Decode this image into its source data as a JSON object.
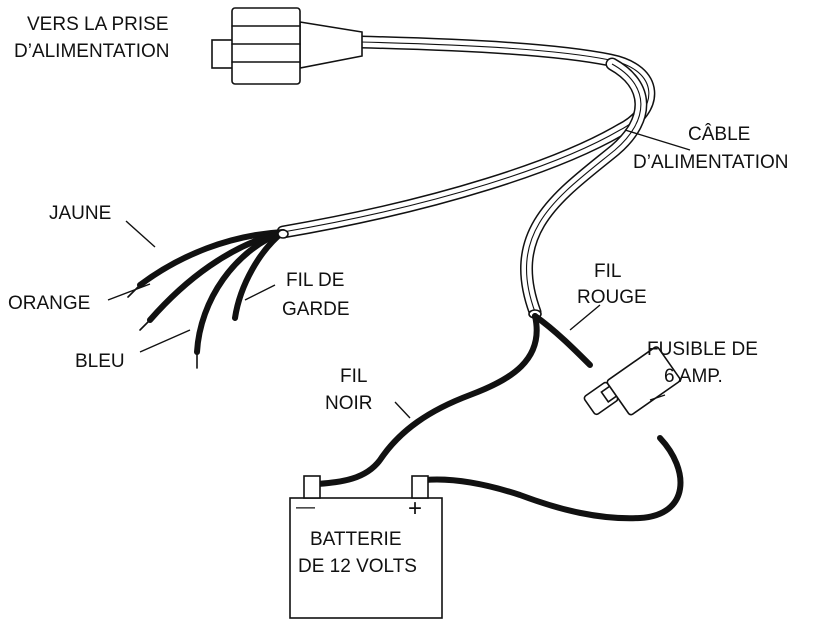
{
  "labels": {
    "plug_line1": "VERS LA PRISE",
    "plug_line2": "D’ALIMENTATION",
    "cable_line1": "CÂBLE",
    "cable_line2": "D’ALIMENTATION",
    "yellow": "JAUNE",
    "orange": "ORANGE",
    "blue": "BLEU",
    "guard_line1": "FIL DE",
    "guard_line2": "GARDE",
    "red_line1": "FIL",
    "red_line2": "ROUGE",
    "fuse_line1": "FUSIBLE DE",
    "fuse_line2": "6 AMP.",
    "black_line1": "FIL",
    "black_line2": "NOIR",
    "battery_line1": "BATTERIE",
    "battery_line2": "DE 12 VOLTS"
  },
  "symbols": {
    "minus": "—",
    "plus": "+"
  },
  "colors": {
    "ink": "#111111",
    "background": "#ffffff"
  }
}
